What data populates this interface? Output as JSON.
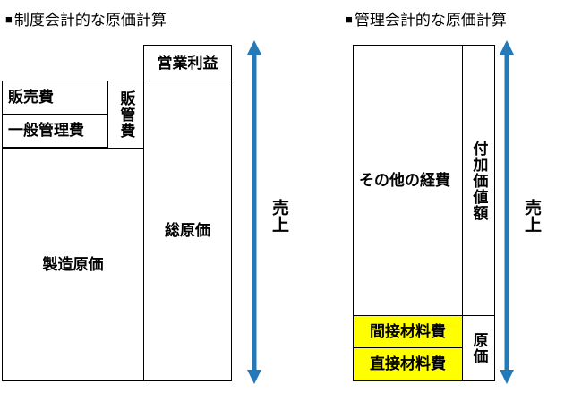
{
  "page": {
    "background_color": "#ffffff",
    "text_color": "#000000"
  },
  "left_diagram": {
    "title": "■制度会計的な原価計算",
    "bullet": "■",
    "title_text": "制度会計的な原価計算",
    "cells": {
      "operating_profit": "営業利益",
      "selling_expense": "販売費",
      "general_admin_expense": "一般管理費",
      "sga_expense": "販管費",
      "manufacturing_cost": "製造原価",
      "total_cost": "総原価"
    },
    "arrow": {
      "label": "売上",
      "color": "#2479b8",
      "direction": "double-vertical"
    }
  },
  "right_diagram": {
    "title": "■管理会計的な原価計算",
    "bullet": "■",
    "title_text": "管理会計的な原価計算",
    "cells": {
      "other_expenses": "その他の経費",
      "value_added": "付加価値額",
      "indirect_material_cost": "間接材料費",
      "direct_material_cost": "直接材料費",
      "cost": "原価"
    },
    "highlight_color": "#ffff00",
    "arrow": {
      "label": "売上",
      "color": "#2479b8",
      "direction": "double-vertical"
    }
  }
}
